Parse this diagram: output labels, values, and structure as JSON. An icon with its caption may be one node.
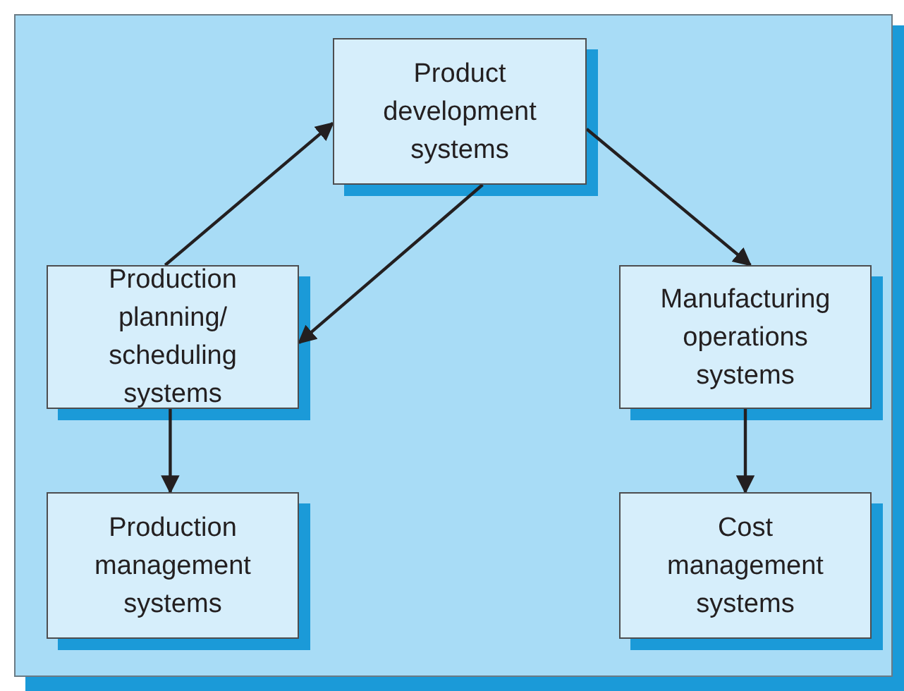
{
  "diagram": {
    "nodes": [
      {
        "text": [
          "Product development systems"
        ]
      },
      {
        "text": [
          "Production planning/ scheduling systems"
        ]
      },
      {
        "text": [
          "Manufacturing operations systems"
        ]
      },
      {
        "text": [
          "Production management systems"
        ]
      },
      {
        "text": [
          "Cost management systems"
        ]
      }
    ],
    "edges": [
      {
        "from": 1,
        "to": 0,
        "arrow": "to"
      },
      {
        "from": 0,
        "to": 1,
        "arrow": "to"
      },
      {
        "from": 0,
        "to": 2,
        "arrow": "to"
      },
      {
        "from": 1,
        "to": 3,
        "arrow": "to"
      },
      {
        "from": 2,
        "to": 4,
        "arrow": "to"
      }
    ]
  }
}
